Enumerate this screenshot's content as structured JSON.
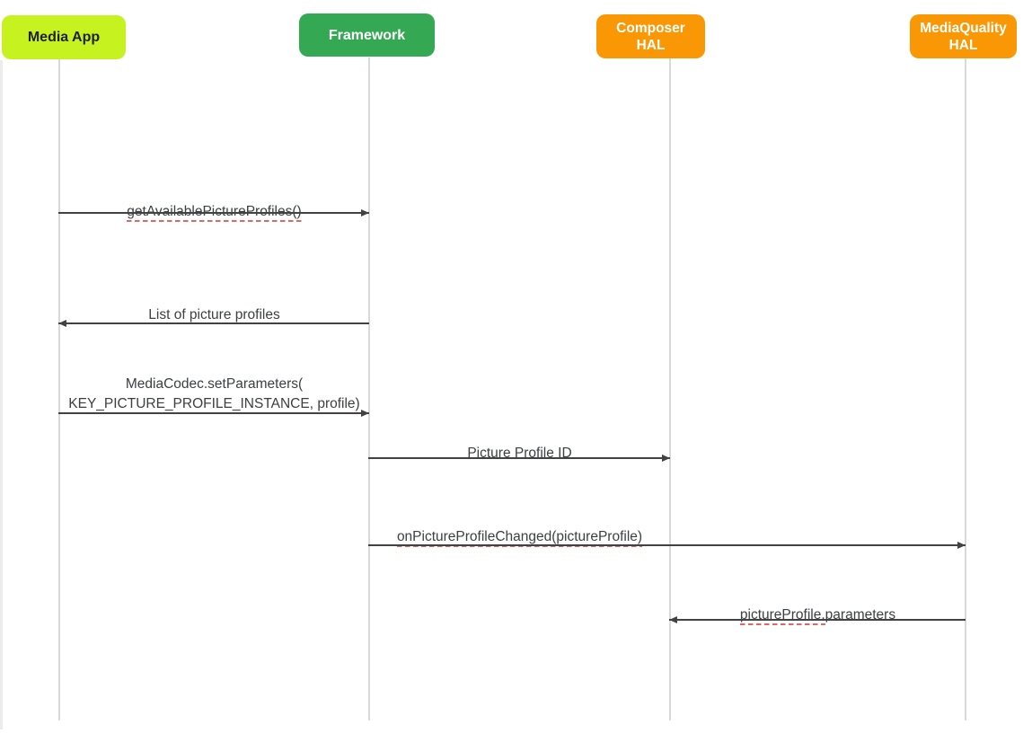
{
  "diagram": {
    "type": "sequence-diagram",
    "colors": {
      "media_app_box": "#c6f320",
      "framework_box": "#34a853",
      "hal_box": "#fa9705",
      "arrow": "#424242",
      "lifeline": "#d9d9d9",
      "label_text": "#3c4043",
      "spellcheck_squiggle": "#e06666"
    },
    "actors": [
      {
        "label": "Media App",
        "color": "#c6f320",
        "text_color": "#202124"
      },
      {
        "label": "Framework",
        "color": "#34a853",
        "text_color": "#ffffff"
      },
      {
        "label": "Composer\nHAL",
        "color": "#fa9705",
        "text_color": "#ffffff"
      },
      {
        "label": "MediaQuality\nHAL",
        "color": "#fa9705",
        "text_color": "#ffffff"
      }
    ],
    "messages": [
      {
        "label": "getAvailablePictureProfiles()",
        "from": "Media App",
        "to": "Framework",
        "direction": "right",
        "misspelled": true
      },
      {
        "label": "List of picture profiles",
        "from": "Framework",
        "to": "Media App",
        "direction": "left",
        "misspelled": false
      },
      {
        "label": "MediaCodec.setParameters(\nKEY_PICTURE_PROFILE_INSTANCE, profile)",
        "from": "Media App",
        "to": "Framework",
        "direction": "right",
        "misspelled": false
      },
      {
        "label": "Picture Profile ID",
        "from": "Framework",
        "to": "Composer HAL",
        "direction": "right",
        "misspelled": false
      },
      {
        "label": "onPictureProfileChanged(pictureProfile)",
        "from": "Framework",
        "to": "MediaQuality HAL",
        "direction": "right",
        "misspelled": true
      },
      {
        "label_part1": "pictureProfile.",
        "label_part2": "parameters",
        "from": "MediaQuality HAL",
        "to": "Composer HAL",
        "direction": "left",
        "misspelled": "partial"
      }
    ]
  }
}
